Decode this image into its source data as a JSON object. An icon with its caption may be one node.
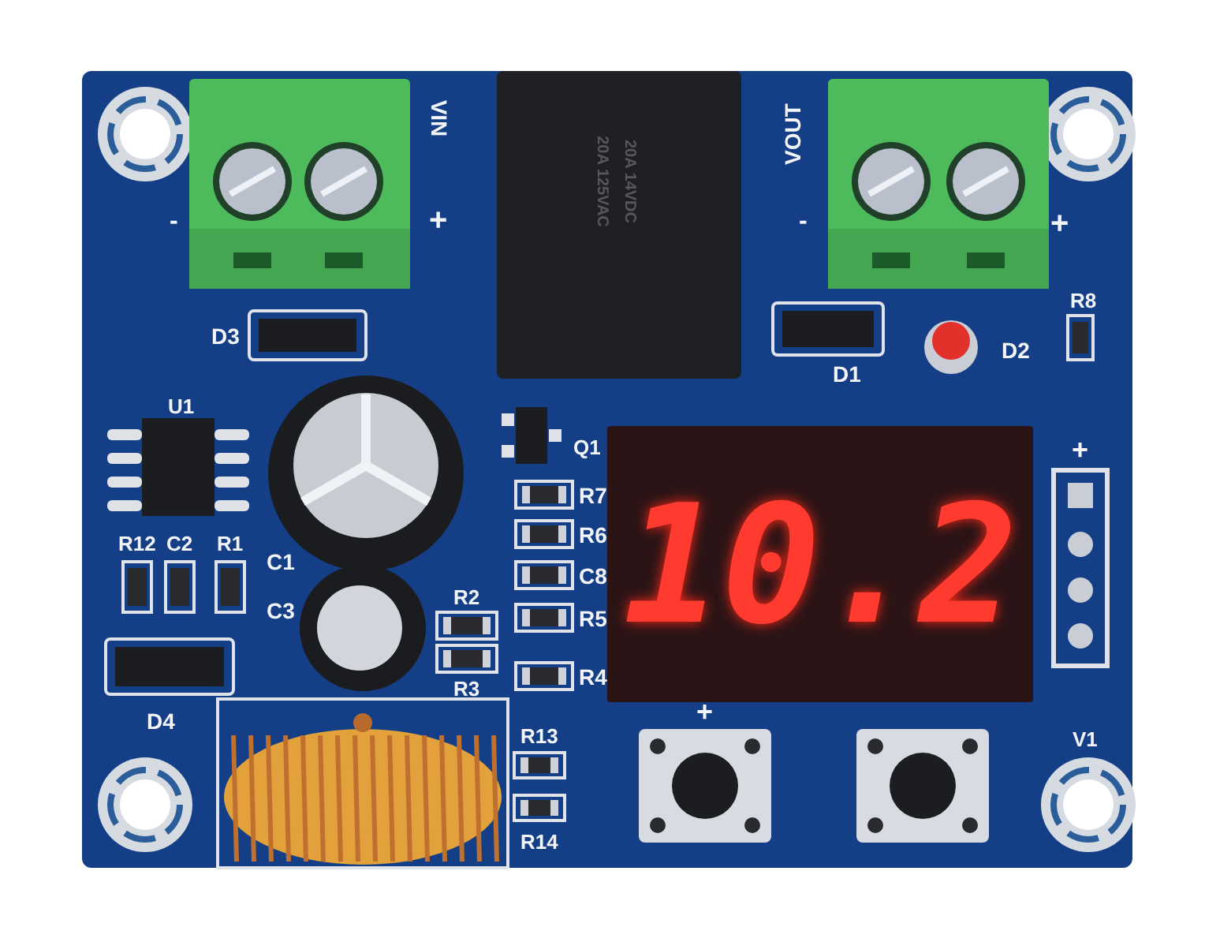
{
  "diagram": {
    "labels": [
      "VIN",
      "20A 125VAC",
      "20A 14VDC",
      "VOUT",
      "-",
      "+",
      "-",
      "+",
      "D3",
      "D1",
      "D2",
      "R8",
      "U1",
      "Q1",
      "R7",
      "R6",
      "R12",
      "C2",
      "R1",
      "C1",
      "C8",
      "C3",
      "R2",
      "R5",
      "+",
      "R3",
      "R4",
      "10.2",
      "D4",
      "+",
      "R13",
      "V1",
      "R14"
    ]
  }
}
